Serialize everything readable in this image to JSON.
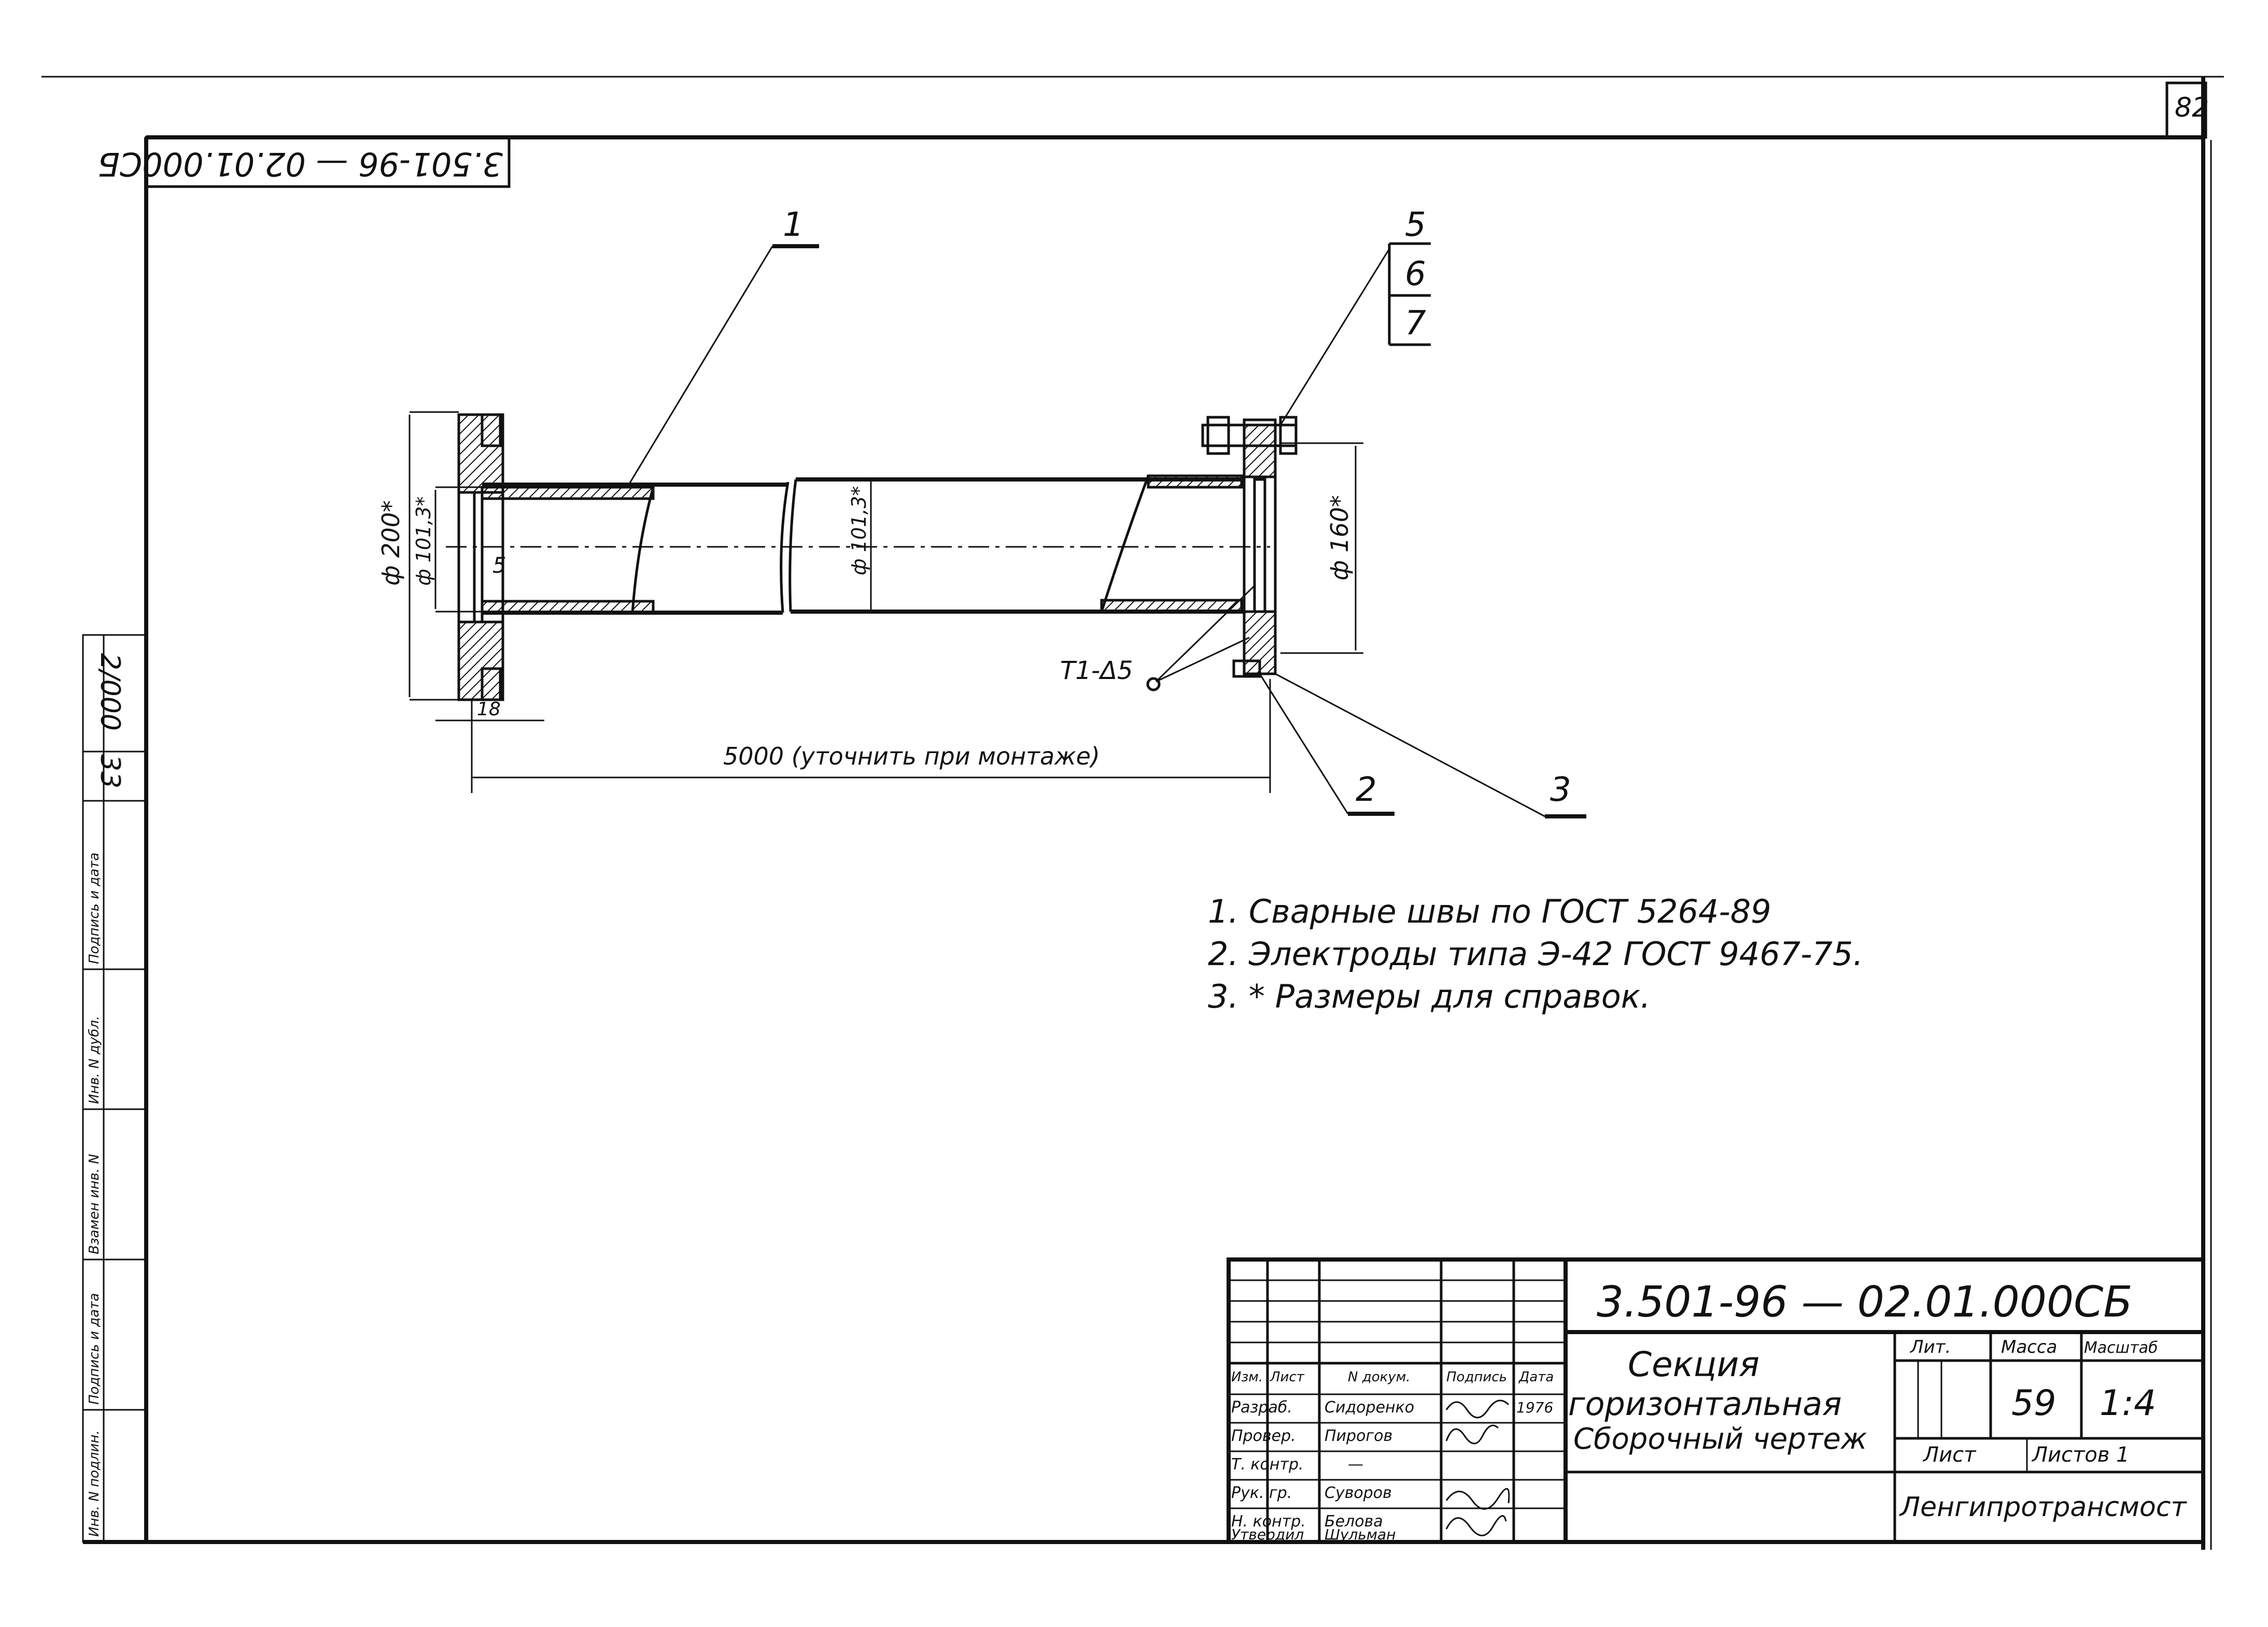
{
  "sheet_number": "82",
  "rotated_code": "3.501-96 — 02.01.000СБ",
  "callouts": {
    "pos1": "1",
    "pos5": "5",
    "pos6": "6",
    "pos7": "7",
    "pos2": "2",
    "pos3": "3"
  },
  "dimensions": {
    "d200": "ф 200*",
    "d101_left": "ф 101,3*",
    "d101_mid": "ф 101,3*",
    "d160": "ф 160*",
    "five_mark": "5",
    "gap18": "18",
    "length": "5000 (уточнить при монтаже)",
    "weld": "T1-Δ5"
  },
  "notes": [
    "1. Сварные швы по ГОСТ 5264-89",
    "2. Электроды типа Э-42 ГОСТ 9467-75.",
    "3. * Размеры для справок."
  ],
  "side_stamp": {
    "rotated_num1": "33",
    "rotated_num2": "2/000",
    "labels": [
      "Подпись и дата",
      "Инв. N дубл.",
      "Взамен инв. N",
      "Подпись и дата",
      "Инв. N подлин."
    ]
  },
  "title_block": {
    "designation": "3.501-96 — 02.01.000СБ",
    "title_line1": "Секция",
    "title_line2": "горизонтальная",
    "title_line3": "Сборочный чертеж",
    "col_headers": [
      "Изм.",
      "Лист",
      "N докум.",
      "Подпись",
      "Дата"
    ],
    "roles": [
      {
        "role": "Разраб.",
        "name": "Сидоренко",
        "sign": "",
        "date": "1976"
      },
      {
        "role": "Провер.",
        "name": "Пирогов",
        "sign": "",
        "date": ""
      },
      {
        "role": "Т. контр.",
        "name": "—",
        "sign": "",
        "date": ""
      },
      {
        "role": "Рук. гр.",
        "name": "Суворов",
        "sign": "",
        "date": ""
      },
      {
        "role": "Н. контр.",
        "name": "Белова",
        "sign": "",
        "date": ""
      },
      {
        "role": "Утвердил",
        "name": "Шульман",
        "sign": "",
        "date": ""
      }
    ],
    "lit_label": "Лит.",
    "mass_label": "Масса",
    "scale_label": "Масштаб",
    "mass_value": "59",
    "scale_value": "1:4",
    "sheet_label": "Лист",
    "sheets_label": "Листов 1",
    "organization": "Ленгипротрансмост"
  }
}
